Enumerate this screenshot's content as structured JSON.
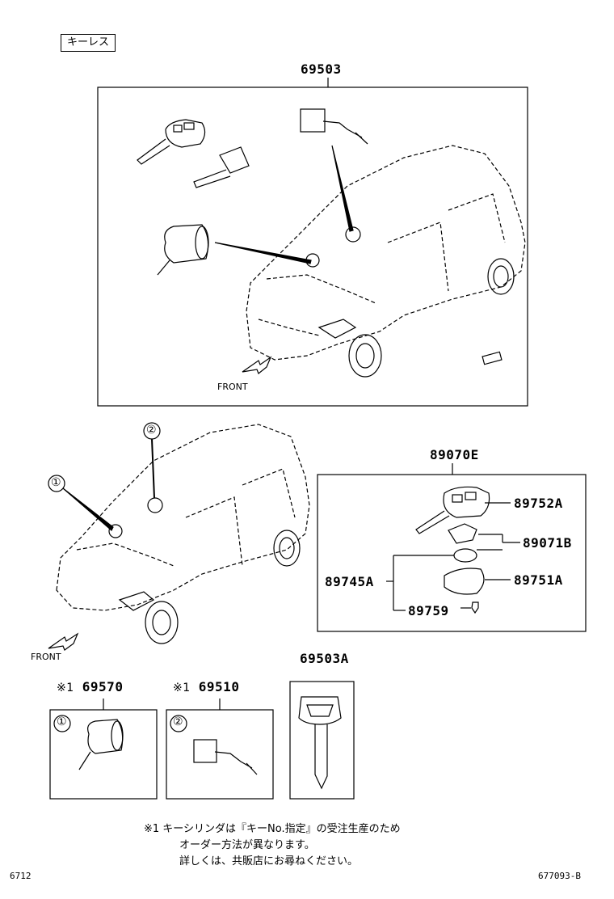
{
  "header": {
    "tag_label": "キーレス"
  },
  "top_group": {
    "part_no": "69503",
    "front_label": "FRONT"
  },
  "location_diagram": {
    "marker_1": "①",
    "marker_2": "②",
    "front_label": "FRONT"
  },
  "kit_89070E": {
    "part_no": "89070E",
    "parts": {
      "p89752A": "89752A",
      "p89071B": "89071B",
      "p89745A": "89745A",
      "p89751A": "89751A",
      "p89759": "89759"
    }
  },
  "cylinders": {
    "c69570": {
      "prefix": "※1",
      "part_no": "69570",
      "marker": "①"
    },
    "c69510": {
      "prefix": "※1",
      "part_no": "69510",
      "marker": "②"
    }
  },
  "blank_key": {
    "part_no": "69503A"
  },
  "notes": {
    "line1": "※1 キーシリンダは『キーNo.指定』の受注生産のため",
    "line2": "オーダー方法が異なります。",
    "line3": "詳しくは、共販店にお尋ねください。"
  },
  "footer": {
    "left_code": "6712",
    "right_code": "677093-B"
  }
}
